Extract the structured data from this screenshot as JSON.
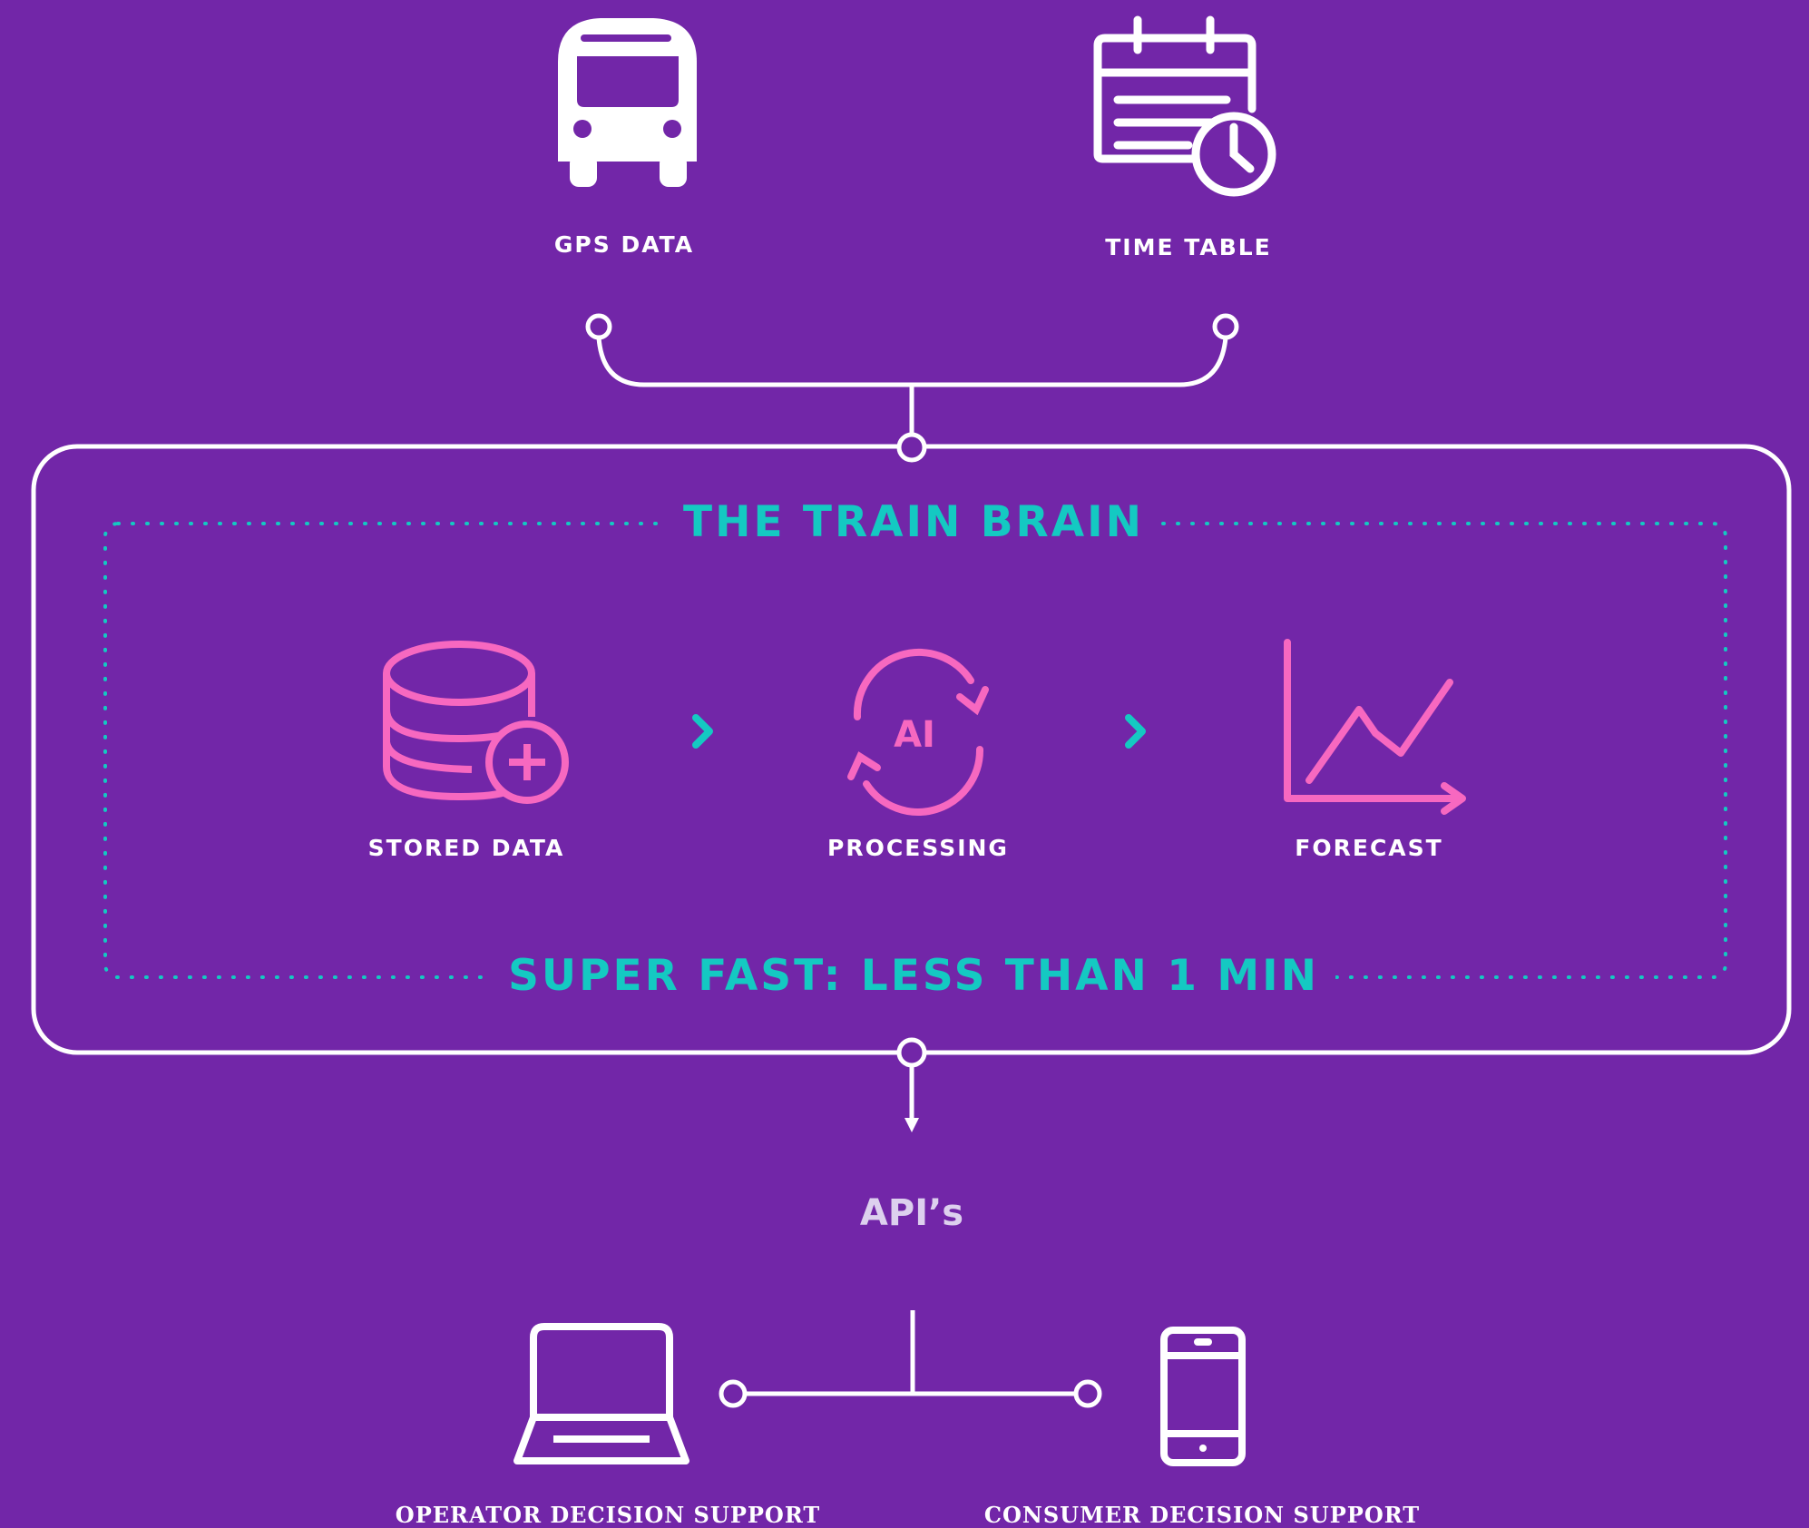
{
  "inputs": {
    "gps_label": "GPS DATA",
    "timetable_label": "TIME TABLE"
  },
  "brain": {
    "title": "THE TRAIN BRAIN",
    "speed_note": "SUPER FAST: LESS THAN 1 MIN",
    "steps": [
      {
        "label": "STORED DATA",
        "icon": "database-add-icon"
      },
      {
        "label": "PROCESSING",
        "icon": "ai-cycle-icon",
        "icon_text": "AI"
      },
      {
        "label": "FORECAST",
        "icon": "line-chart-icon"
      }
    ]
  },
  "output": {
    "api_label": "API’s",
    "operator_label": "OPERATOR DECISION SUPPORT",
    "consumer_label": "CONSUMER DECISION SUPPORT"
  },
  "colors": {
    "background": "#7226a8",
    "line": "#ffffff",
    "teal": "#14c9c2",
    "pink": "#f768c0"
  }
}
